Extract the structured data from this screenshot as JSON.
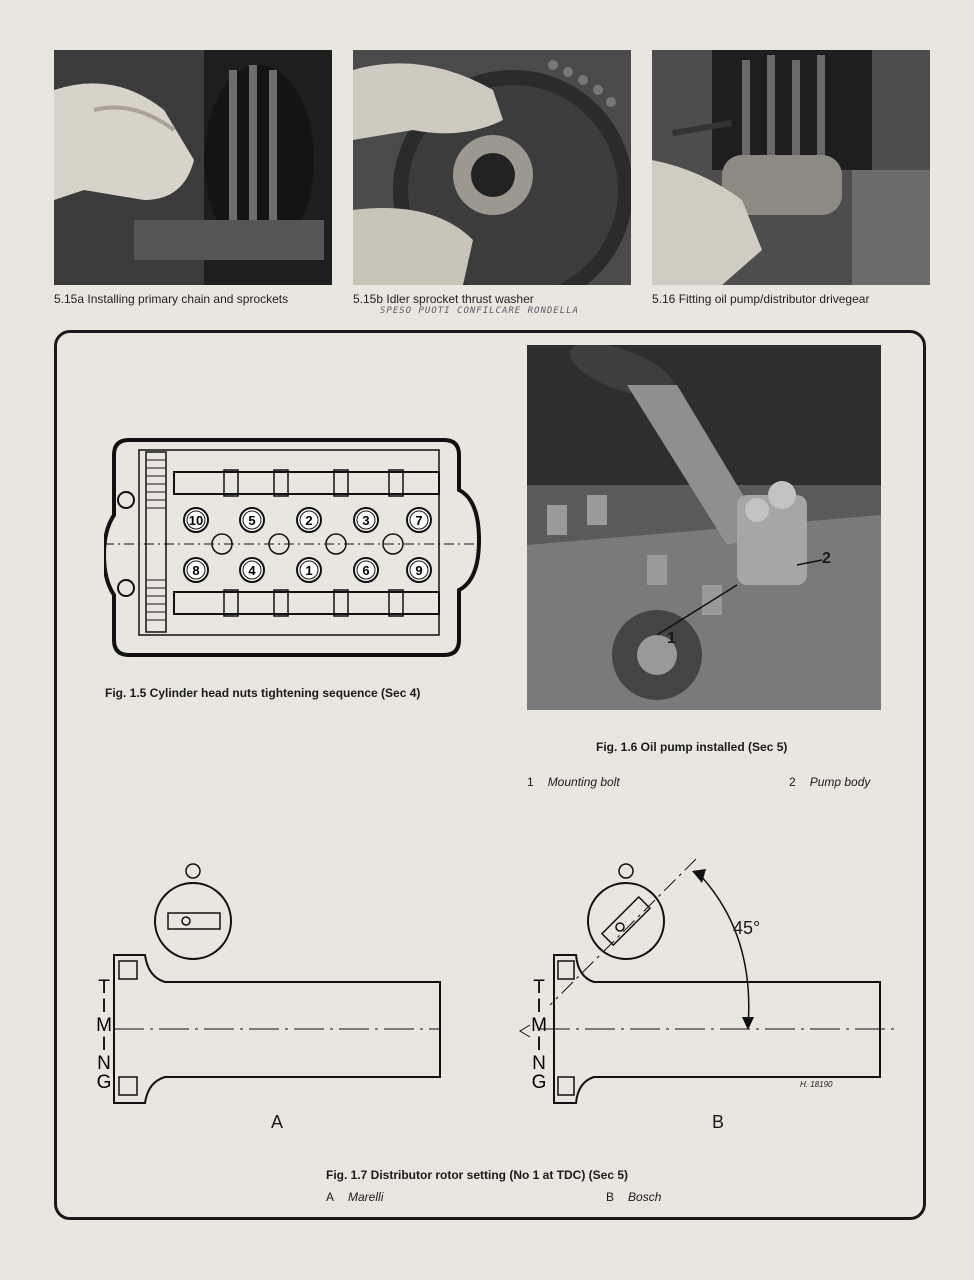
{
  "photos": [
    {
      "caption": "5.15a Installing primary chain and sprockets",
      "icon": "hand-chain-sprocket"
    },
    {
      "caption": "5.15b Idler sprocket thrust washer",
      "icon": "hand-thrust-washer"
    },
    {
      "caption": "5.16 Fitting oil pump/distributor drivegear",
      "icon": "hand-drivegear"
    }
  ],
  "handwritten_note": "SPESO  PUOTI  CONFILCARE  RONDELLA",
  "fig_1_5": {
    "caption": "Fig. 1.5 Cylinder head nuts tightening sequence (Sec 4)",
    "nuts_top": [
      "10",
      "5",
      "2",
      "3",
      "7"
    ],
    "nuts_bottom": [
      "8",
      "4",
      "1",
      "6",
      "9"
    ]
  },
  "fig_1_6": {
    "caption": "Fig. 1.6 Oil pump installed (Sec 5)",
    "callout_1": "1",
    "callout_2": "2",
    "legend": [
      {
        "num": "1",
        "label": "Mounting bolt"
      },
      {
        "num": "2",
        "label": "Pump body"
      }
    ]
  },
  "fig_1_7": {
    "caption": "Fig. 1.7 Distributor rotor setting (No 1 at TDC) (Sec 5)",
    "timing_letters": [
      "T",
      "I",
      "M",
      "I",
      "N",
      "G"
    ],
    "panel_a_label": "A",
    "panel_b_label": "B",
    "angle_label": "45°",
    "drawing_ref": "H. 18190",
    "legend": [
      {
        "num": "A",
        "label": "Marelli"
      },
      {
        "num": "B",
        "label": "Bosch"
      }
    ]
  }
}
